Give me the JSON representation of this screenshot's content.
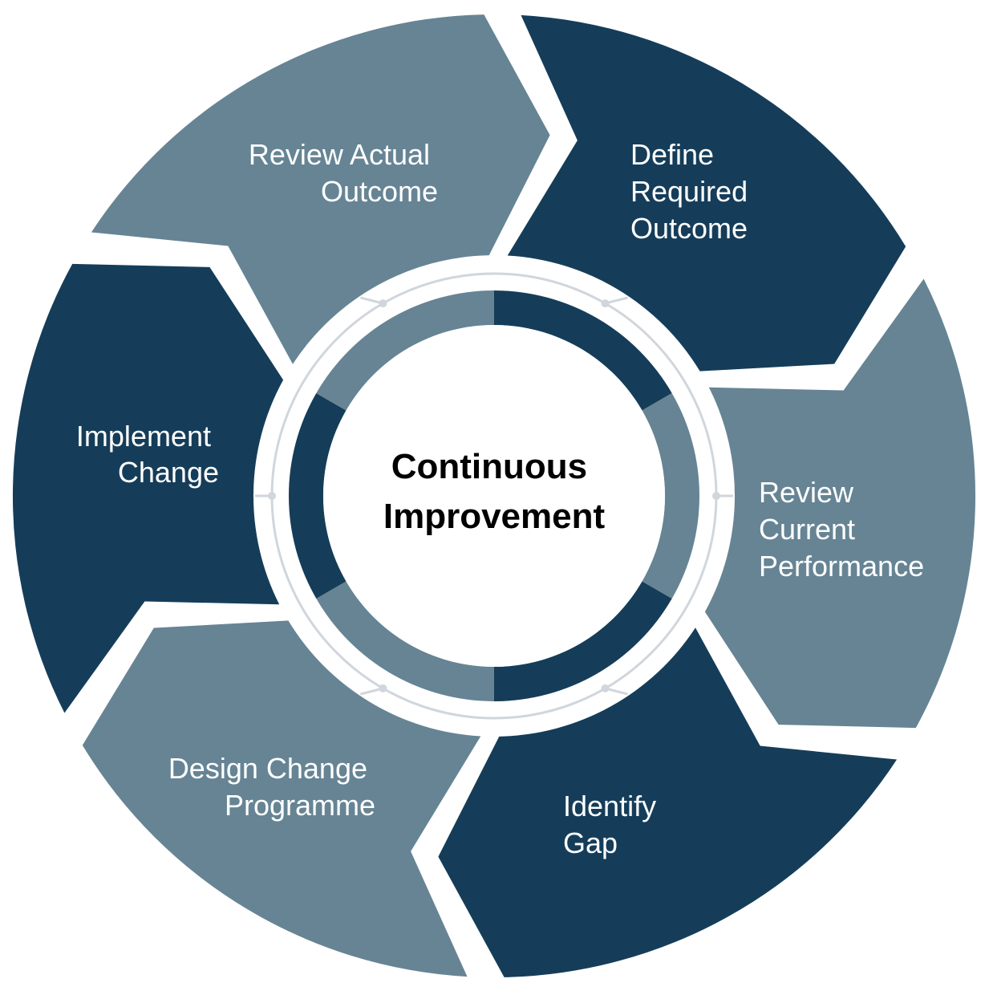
{
  "title": [
    "Continuous",
    "Improvement"
  ],
  "colors": {
    "dark": "#153d59",
    "light": "#668494",
    "ring": "#d0d6dc"
  },
  "segments": [
    {
      "lines": [
        "Define",
        "Required",
        "Outcome"
      ],
      "tone": "dark"
    },
    {
      "lines": [
        "Review",
        "Current",
        "Performance"
      ],
      "tone": "light"
    },
    {
      "lines": [
        "Identify",
        "Gap"
      ],
      "tone": "dark"
    },
    {
      "lines": [
        "Design Change",
        "Programme"
      ],
      "tone": "light"
    },
    {
      "lines": [
        "Implement",
        "Change"
      ],
      "tone": "dark"
    },
    {
      "lines": [
        "Review Actual",
        "Outcome"
      ],
      "tone": "light"
    }
  ]
}
